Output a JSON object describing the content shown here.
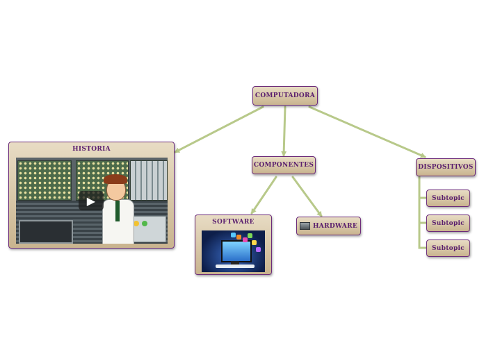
{
  "nodes": {
    "central": "COMPUTADORA",
    "historia": "HISTORIA",
    "componentes": "COMPONENTES",
    "software": "SOFTWARE",
    "hardware": "HARDWARE",
    "dispositivos": "DISPOSITIVOS",
    "subtopics": [
      "Subtopic",
      "Subtopic",
      "Subtopic"
    ]
  },
  "colors": {
    "node_fill_top": "#e8dcc4",
    "node_fill_bottom": "#c9b48f",
    "node_border": "#6b2a7a",
    "node_text": "#5a1f6e",
    "connector": "#b8c98a"
  },
  "icons": {
    "historia_media": "video-thumbnail",
    "play": "play-icon",
    "software_media": "computer-image",
    "hardware": "hardware-icon"
  }
}
